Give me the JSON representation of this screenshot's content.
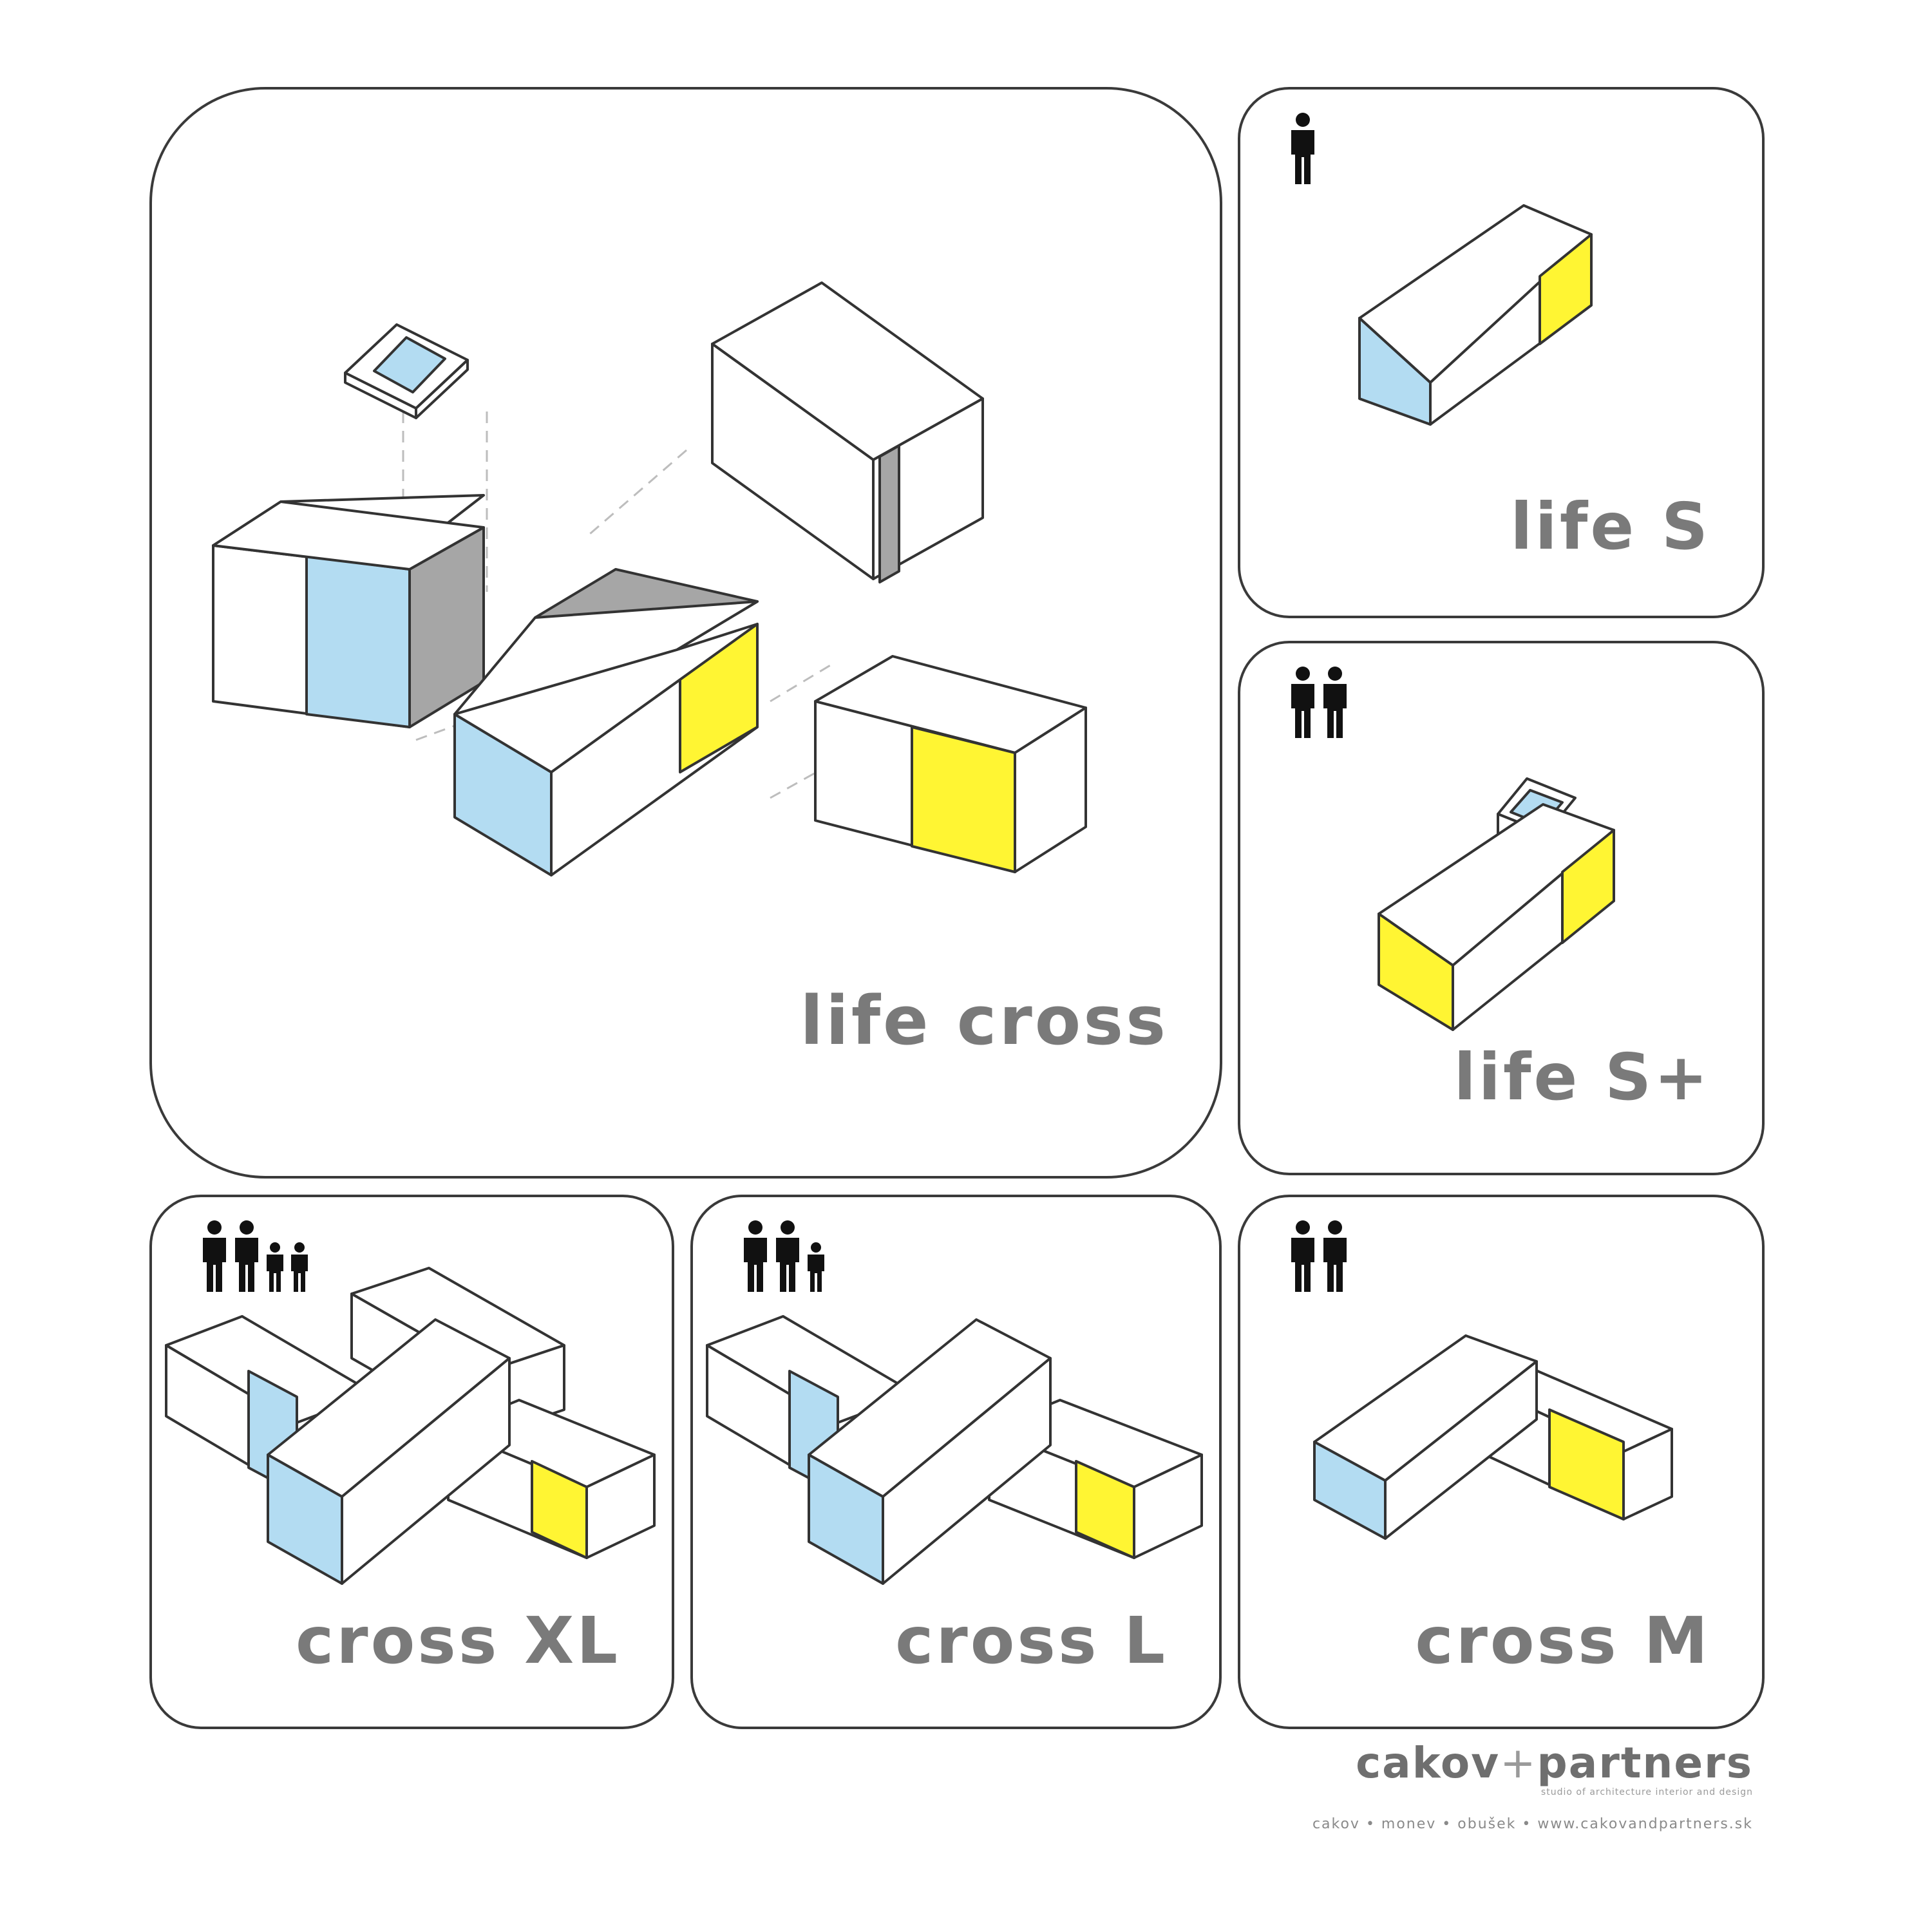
{
  "colors": {
    "border": "#3a3a3a",
    "label": "#7a7a7a",
    "blue": "#b3dcf2",
    "yellow": "#fff533",
    "gray": "#a6a6a6",
    "person": "#111111"
  },
  "panels": {
    "life_cross": {
      "label": "life cross",
      "occupants": 0
    },
    "life_s": {
      "label": "life S",
      "occupants": 1
    },
    "life_s_plus": {
      "label": "life S+",
      "occupants": 2
    },
    "cross_xl": {
      "label": "cross XL",
      "occupants": 4
    },
    "cross_l": {
      "label": "cross L",
      "occupants": 3
    },
    "cross_m": {
      "label": "cross M",
      "occupants": 2
    }
  },
  "brand": {
    "name_part1": "cakov",
    "plus": "+",
    "name_part2": "partners",
    "tagline": "studio of architecture interior and design",
    "credits": "cakov • monev • obušek • www.cakovandpartners.sk"
  }
}
